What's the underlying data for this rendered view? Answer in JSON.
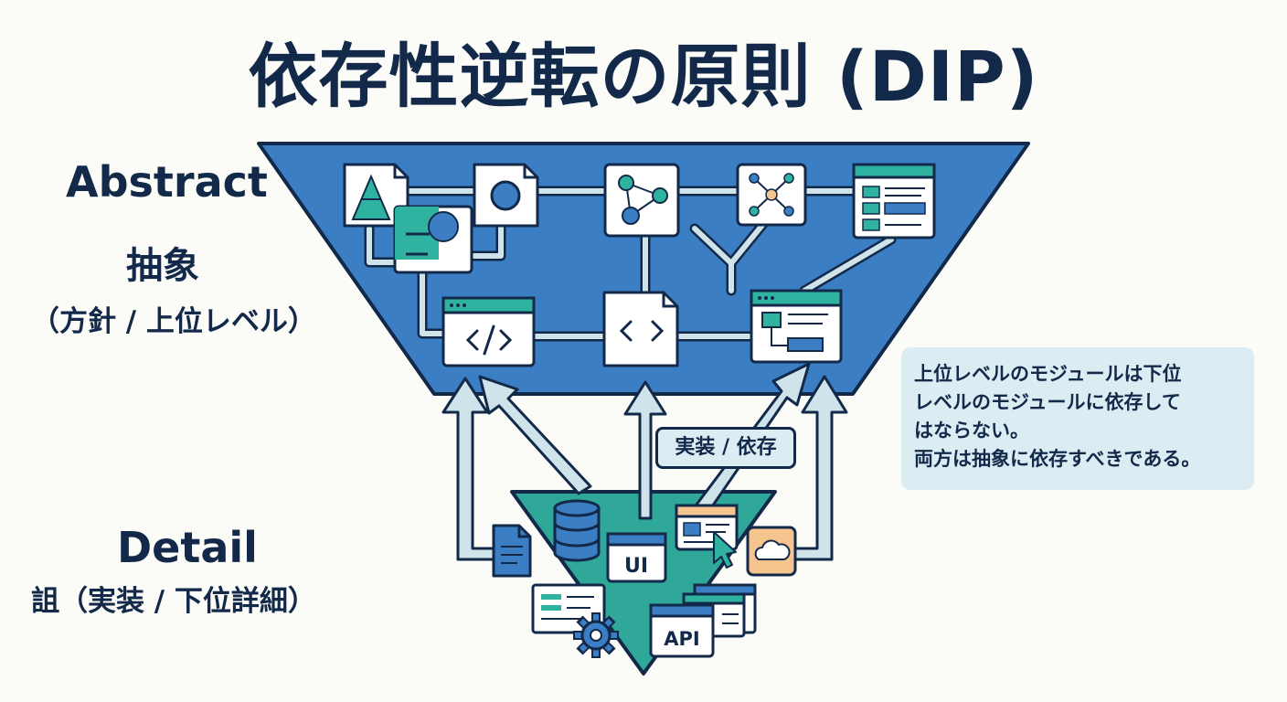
{
  "title": "依存性逆転の原則 (DIP)",
  "abstract": {
    "label_en": "Abstract",
    "label_ja": "抽象",
    "sublabel": "（方針 / 上位レベル）"
  },
  "detail": {
    "label_en": "Detail",
    "sublabel": "詛（実装 / 下位詳細）"
  },
  "edge_label": "実装 / 依存",
  "note": {
    "text": "上位レベルのモジュールは下位\nレベルのモジュールに依存して\nはならない。\n両方は抽象に依存すべきである。"
  },
  "detail_icon_labels": {
    "ui": "UI",
    "api": "API"
  },
  "colors": {
    "abstract_layer": "#3b7ec4",
    "detail_layer": "#2fa89a",
    "outline": "#13294a",
    "arrow_fill": "#cfe3ea",
    "note_bg": "#dcecf3",
    "teal_accent": "#2fb3a0",
    "cloud_accent": "#f5c48f"
  },
  "icons": {
    "abstract": [
      "pyramid-document-icon",
      "circle-document-icon",
      "network-graph-icon",
      "hub-nodes-icon",
      "layout-window-icon",
      "chart-card-icon",
      "code-window-icon",
      "angle-brackets-document-icon",
      "flowchart-window-icon"
    ],
    "detail": [
      "document-icon",
      "database-icon",
      "ui-window-icon",
      "browser-cursor-icon",
      "cloud-icon",
      "form-card-icon",
      "gear-icon",
      "api-window-icon",
      "stacked-windows-icon"
    ]
  }
}
